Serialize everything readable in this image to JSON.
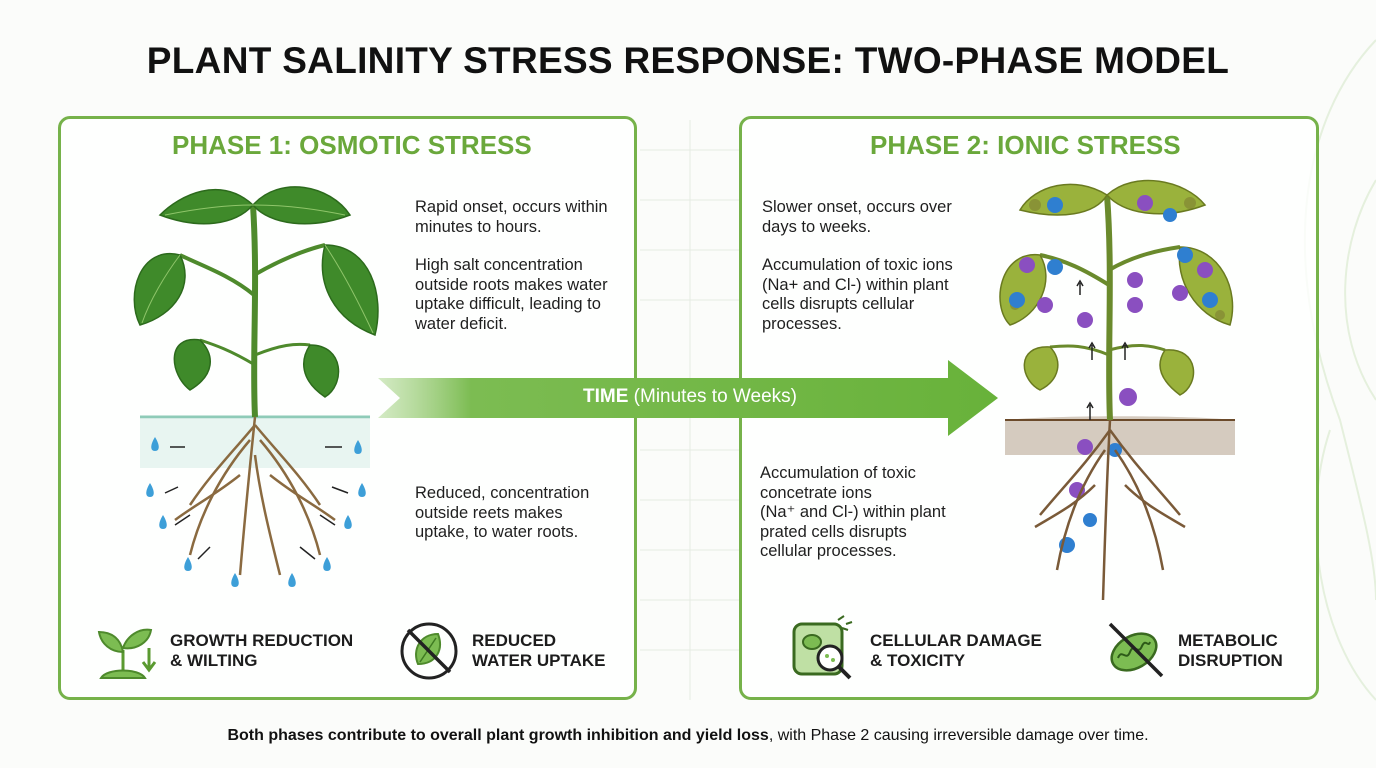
{
  "title": "PLANT SALINITY STRESS RESPONSE: TWO-PHASE MODEL",
  "phase1": {
    "title": "PHASE 1: OSMOTIC STRESS",
    "text_onset": [
      "Rapid onset, occurs within",
      "minutes to hours."
    ],
    "text_mechanism": [
      "High salt concentration",
      "outside roots makes water",
      "uptake difficult, leading to",
      "water deficit."
    ],
    "text_roots": [
      "Reduced, concentration",
      "outside reets makes",
      "uptake, to water roots."
    ],
    "effects": [
      {
        "label_lines": [
          "GROWTH REDUCTION",
          "& WILTING"
        ],
        "icon": "seedling-down-arrow-icon"
      },
      {
        "label_lines": [
          "REDUCED",
          "WATER UPTAKE"
        ],
        "icon": "crossed-leaf-icon"
      }
    ]
  },
  "phase2": {
    "title": "PHASE 2: IONIC STRESS",
    "text_onset": [
      "Slower onset, occurs over",
      "days to weeks."
    ],
    "text_mechanism": [
      "Accumulation of toxic ions",
      "(Na+ and Cl-) within plant",
      "cells disrupts cellular",
      "processes."
    ],
    "text_roots": [
      "Accumulation of toxic",
      "concetrate ions",
      "(Na⁺ and Cl-) within plant",
      "prated cells disrupts",
      "cellular processes."
    ],
    "effects": [
      {
        "label_lines": [
          "CELLULAR DAMAGE",
          "& TOXICITY"
        ],
        "icon": "damaged-cell-magnifier-icon"
      },
      {
        "label_lines": [
          "METABOLIC",
          "DISRUPTION"
        ],
        "icon": "crossed-mitochondrion-icon"
      }
    ]
  },
  "arrow": {
    "label_bold": "TIME",
    "label_rest": "(Minutes to Weeks)"
  },
  "footer": {
    "bold": "Both phases contribute to overall plant growth inhibition and yield loss",
    "rest": ", with Phase 2 causing irreversible damage over time."
  },
  "colors": {
    "accent": "#76b24a",
    "phase_title": "#6aa83b",
    "arrow": "#6fb541",
    "water_drop": "#3d9fd8",
    "na_ion": "#8a4fc0",
    "cl_ion": "#2f7fd0"
  }
}
